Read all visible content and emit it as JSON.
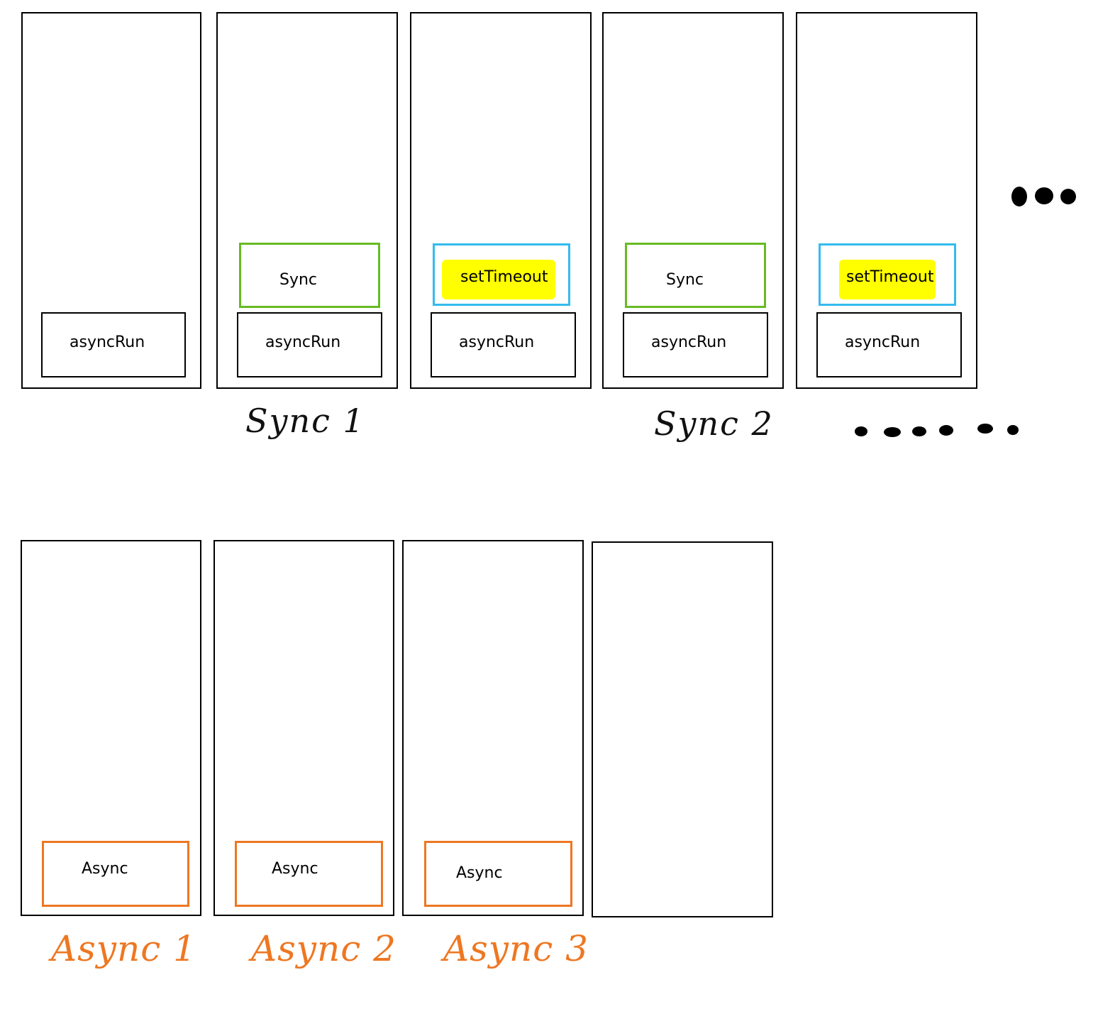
{
  "colors": {
    "sync_border": "#66bb22",
    "timeout_border": "#33bbee",
    "timeout_highlight": "#ffff00",
    "async_border": "#ee7722",
    "stack_border": "#000000"
  },
  "top_row": {
    "stacks": [
      {
        "frames": [
          "asyncRun"
        ]
      },
      {
        "frames": [
          "Sync",
          "asyncRun"
        ]
      },
      {
        "frames": [
          "setTimeout",
          "asyncRun"
        ]
      },
      {
        "frames": [
          "Sync",
          "asyncRun"
        ]
      },
      {
        "frames": [
          "setTimeout",
          "asyncRun"
        ]
      }
    ],
    "labels": {
      "sync1": "Sync 1",
      "sync2": "Sync 2"
    },
    "continuation": "more steps (ellipsis dots)"
  },
  "bottom_row": {
    "stacks": [
      {
        "frames": [
          "Async"
        ]
      },
      {
        "frames": [
          "Async"
        ]
      },
      {
        "frames": [
          "Async"
        ]
      },
      {
        "frames": []
      }
    ],
    "labels": {
      "async1": "Async 1",
      "async2": "Async 2",
      "async3": "Async 3"
    }
  }
}
